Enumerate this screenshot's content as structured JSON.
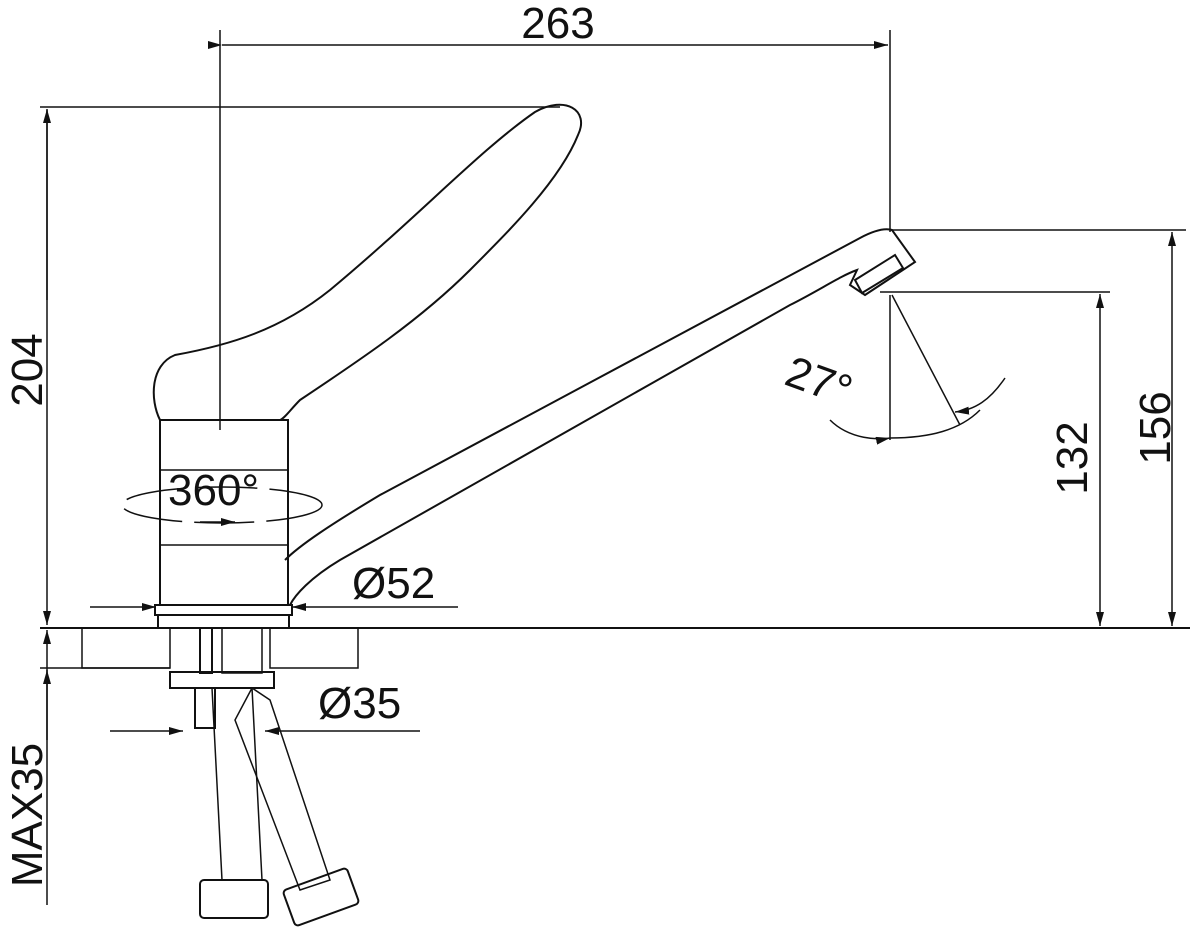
{
  "title": "Single-lever faucet dimension drawing",
  "dimensions": {
    "spout_reach": "263",
    "total_height": "204",
    "spout_height": "156",
    "outlet_height": "132",
    "spout_angle": "27°",
    "swivel": "360°",
    "body_diameter": "Ø52",
    "shank_diameter": "Ø35",
    "max_counter_thickness": "MAX35"
  },
  "colors": {
    "line": "#111111",
    "background": "#ffffff"
  }
}
